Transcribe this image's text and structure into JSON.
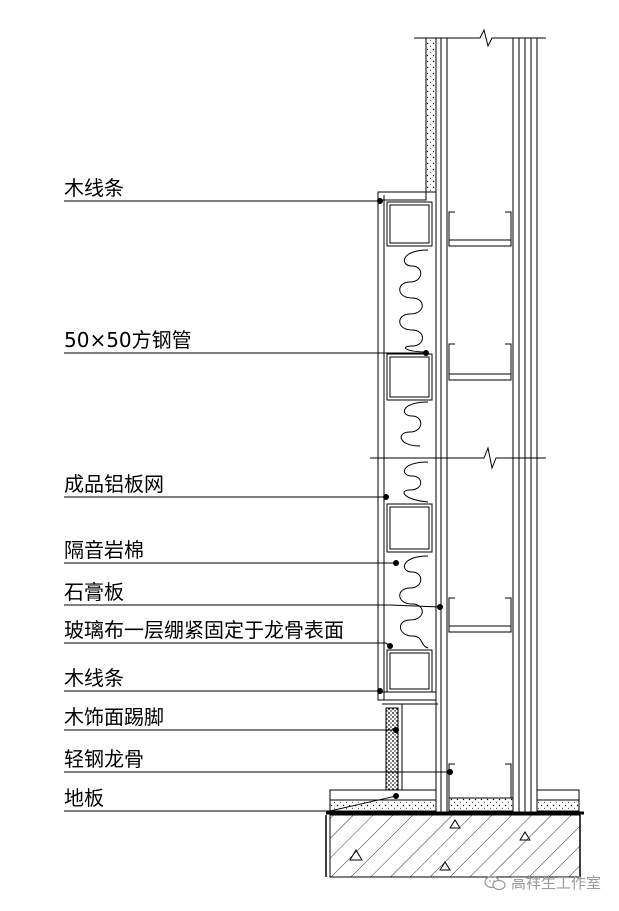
{
  "labels": [
    "木线条",
    "50×50方钢管",
    "成品铝板网",
    "隔音岩棉",
    "石膏板",
    "玻璃布一层绷紧固定于龙骨表面",
    "木线条",
    "木饰面踢脚",
    "轻钢龙骨",
    "地板"
  ],
  "watermark": {
    "text": "高祥生工作室",
    "icon": "wechat-icon"
  }
}
